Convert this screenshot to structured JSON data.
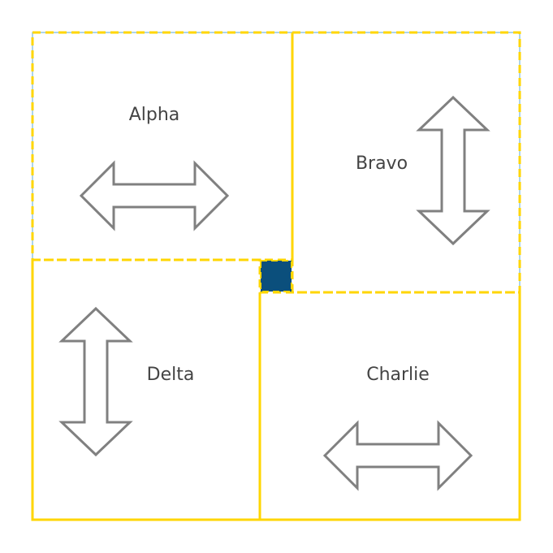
{
  "panels": [
    {
      "id": "alpha",
      "label": "Alpha",
      "arrow": "horizontal"
    },
    {
      "id": "bravo",
      "label": "Bravo",
      "arrow": "vertical"
    },
    {
      "id": "charlie",
      "label": "Charlie",
      "arrow": "horizontal"
    },
    {
      "id": "delta",
      "label": "Delta",
      "arrow": "vertical"
    }
  ],
  "colors": {
    "border_dash": "#ffd600",
    "outer_line": "#5aa9d6",
    "arrow_stroke": "#808080",
    "center_square": "#0b4f7c",
    "label_text": "#444444"
  }
}
